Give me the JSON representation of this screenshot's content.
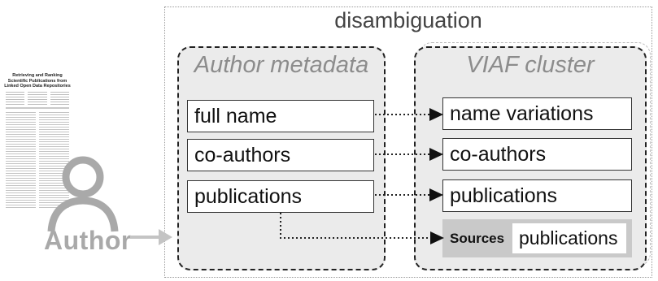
{
  "paper": {
    "title": "Retrieving and Ranking Scientific Publications from Linked Open Data Repositories"
  },
  "author_label": "Author",
  "disambiguation_label": "disambiguation",
  "author_metadata": {
    "title": "Author metadata",
    "fields": [
      "full name",
      "co-authors",
      "publications"
    ]
  },
  "viaf_cluster": {
    "title": "VIAF cluster",
    "fields": [
      "name variations",
      "co-authors",
      "publications"
    ],
    "sources_label": "Sources",
    "sources_publications": "publications"
  },
  "colors": {
    "author_gray": "#a9a9a9",
    "group_fill": "#ebebeb",
    "sources_fill": "#c9c9c9"
  }
}
